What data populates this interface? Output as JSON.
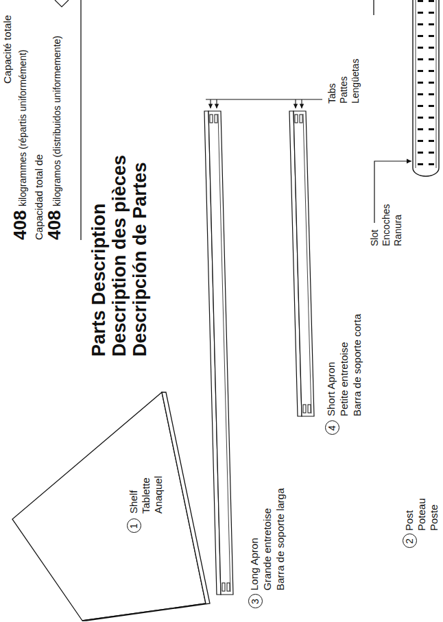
{
  "diagram": {
    "nodes": [
      {
        "text": [
          "1"
        ]
      },
      {
        "text": [
          "2"
        ]
      },
      {
        "text": [
          "3"
        ]
      },
      {
        "text": [
          "4"
        ]
      }
    ],
    "labels": [
      "Capacité totale",
      "408",
      "kilogrammes (répartis uniformément)",
      "Capacidad total de",
      "408",
      "kilogramos (distribuidos uniformemente)",
      "Parts Description",
      "Description des pièces",
      "Descripción de Partes",
      "Shelf",
      "Tablette",
      "Anaquel",
      "Long Apron",
      "Grande entretoise",
      "Barra de soporte larga",
      "Short Apron",
      "Petite entretoise",
      "Barra de soporte corta",
      "Tabs",
      "Pattes",
      "Lengüetas",
      "Slot",
      "Encoches",
      "Ranura",
      "Post",
      "Poteau",
      "Poste"
    ]
  }
}
